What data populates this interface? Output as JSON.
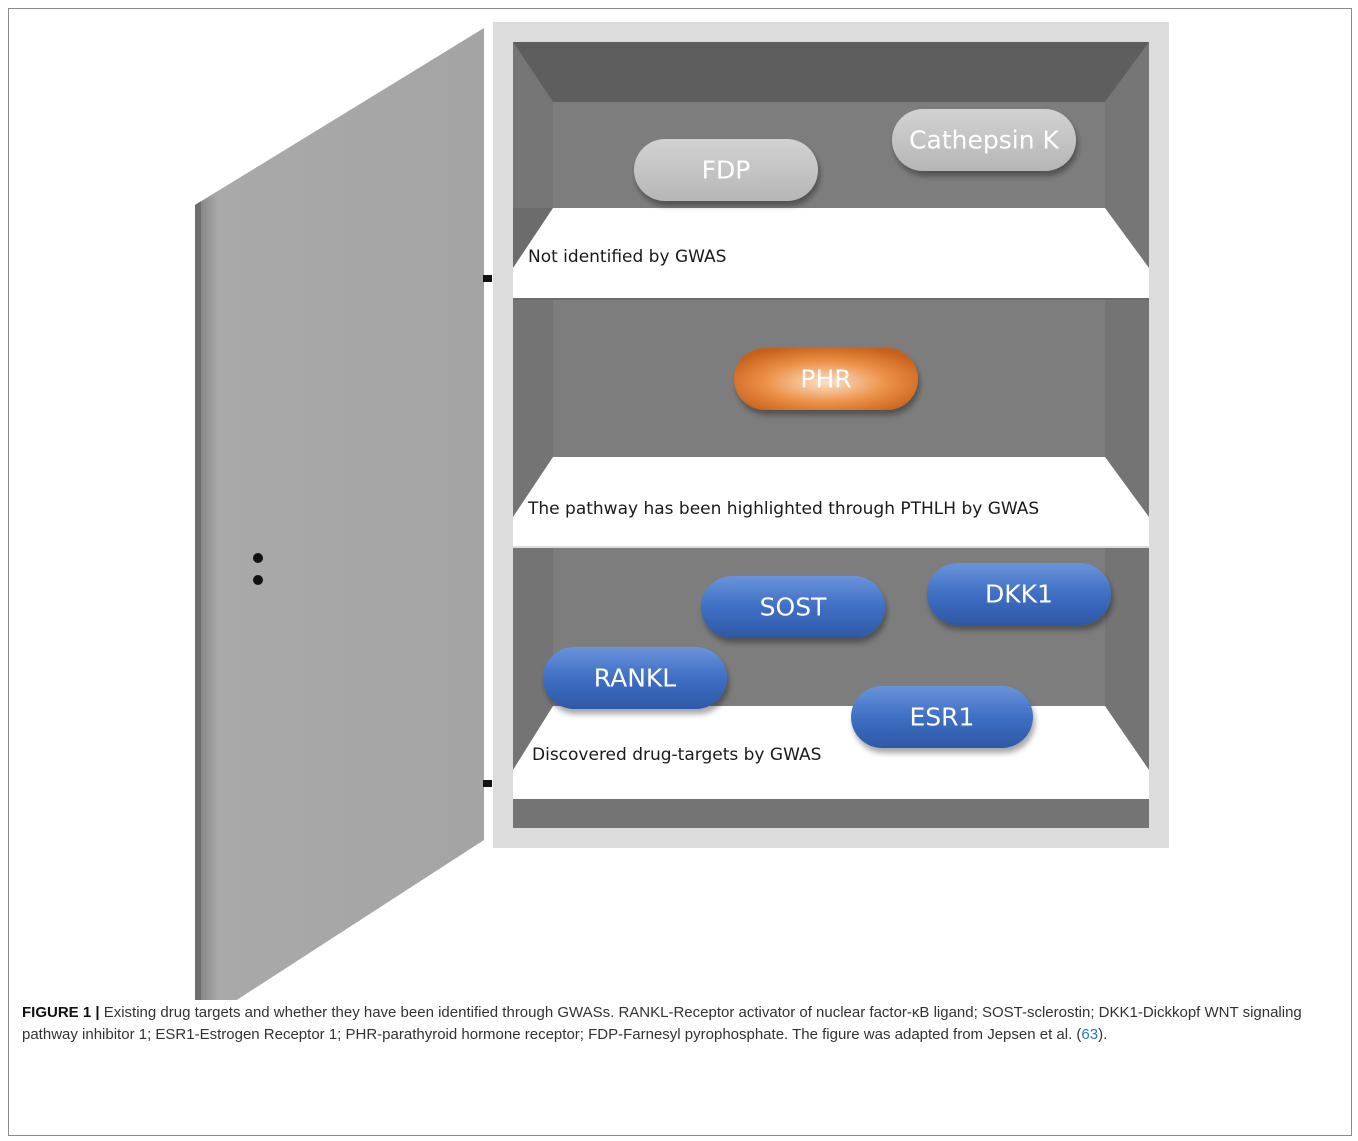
{
  "shelves": [
    {
      "label": "Not identified by GWAS"
    },
    {
      "label": "The pathway has been highlighted through PTHLH by GWAS"
    },
    {
      "label": "Discovered drug-targets by GWAS"
    }
  ],
  "pills": {
    "fdp": "FDP",
    "cathepsin": "Cathepsin K",
    "phr": "PHR",
    "sost": "SOST",
    "dkk1": "DKK1",
    "rankl": "RANKL",
    "esr1": "ESR1"
  },
  "colors": {
    "gray_pill": "#c4c4c4",
    "orange_pill": "#e0761f",
    "blue_pill": "#3f6fc4",
    "cabinet_back": "#7a7a7a"
  },
  "caption": {
    "label": "FIGURE 1 |",
    "text_before_ref": " Existing drug targets and whether they have been identified through GWASs. RANKL-Receptor activator of nuclear factor-κB ligand; SOST-sclerostin; DKK1-Dickkopf WNT signaling pathway inhibitor 1; ESR1-Estrogen Receptor 1; PHR-parathyroid hormone receptor; FDP-Farnesyl pyrophosphate. The figure was adapted from Jepsen et al. (",
    "ref": "63",
    "text_after_ref": ")."
  }
}
